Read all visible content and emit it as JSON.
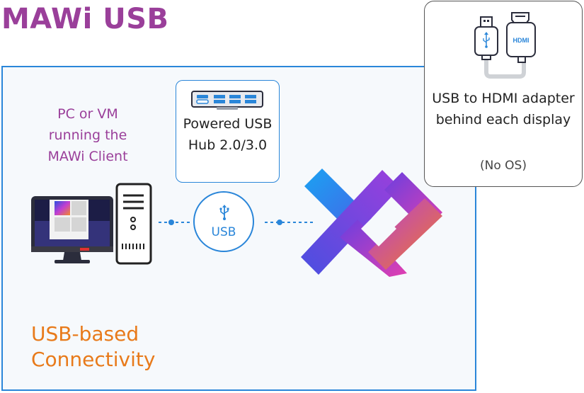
{
  "title": "MAWi USB",
  "pc": {
    "label": "PC or VM running the MAWi Client"
  },
  "hub": {
    "label": "Powered USB Hub 2.0/3.0"
  },
  "usb": {
    "label": "USB"
  },
  "adapter": {
    "label": "USB to HDMI adapter behind each display",
    "note": "(No OS)",
    "hdmi_text": "HDMI"
  },
  "connectivity": {
    "label": "USB-based Connectivity"
  },
  "colors": {
    "title": "#9a3f9a",
    "accent_blue": "#2a86d9",
    "orange": "#e87a1a"
  },
  "icons": [
    "monitor-icon",
    "tower-pc-icon",
    "usb-hub-icon",
    "usb-symbol-icon",
    "mawi-logo",
    "usb-plug-icon",
    "hdmi-plug-icon"
  ]
}
